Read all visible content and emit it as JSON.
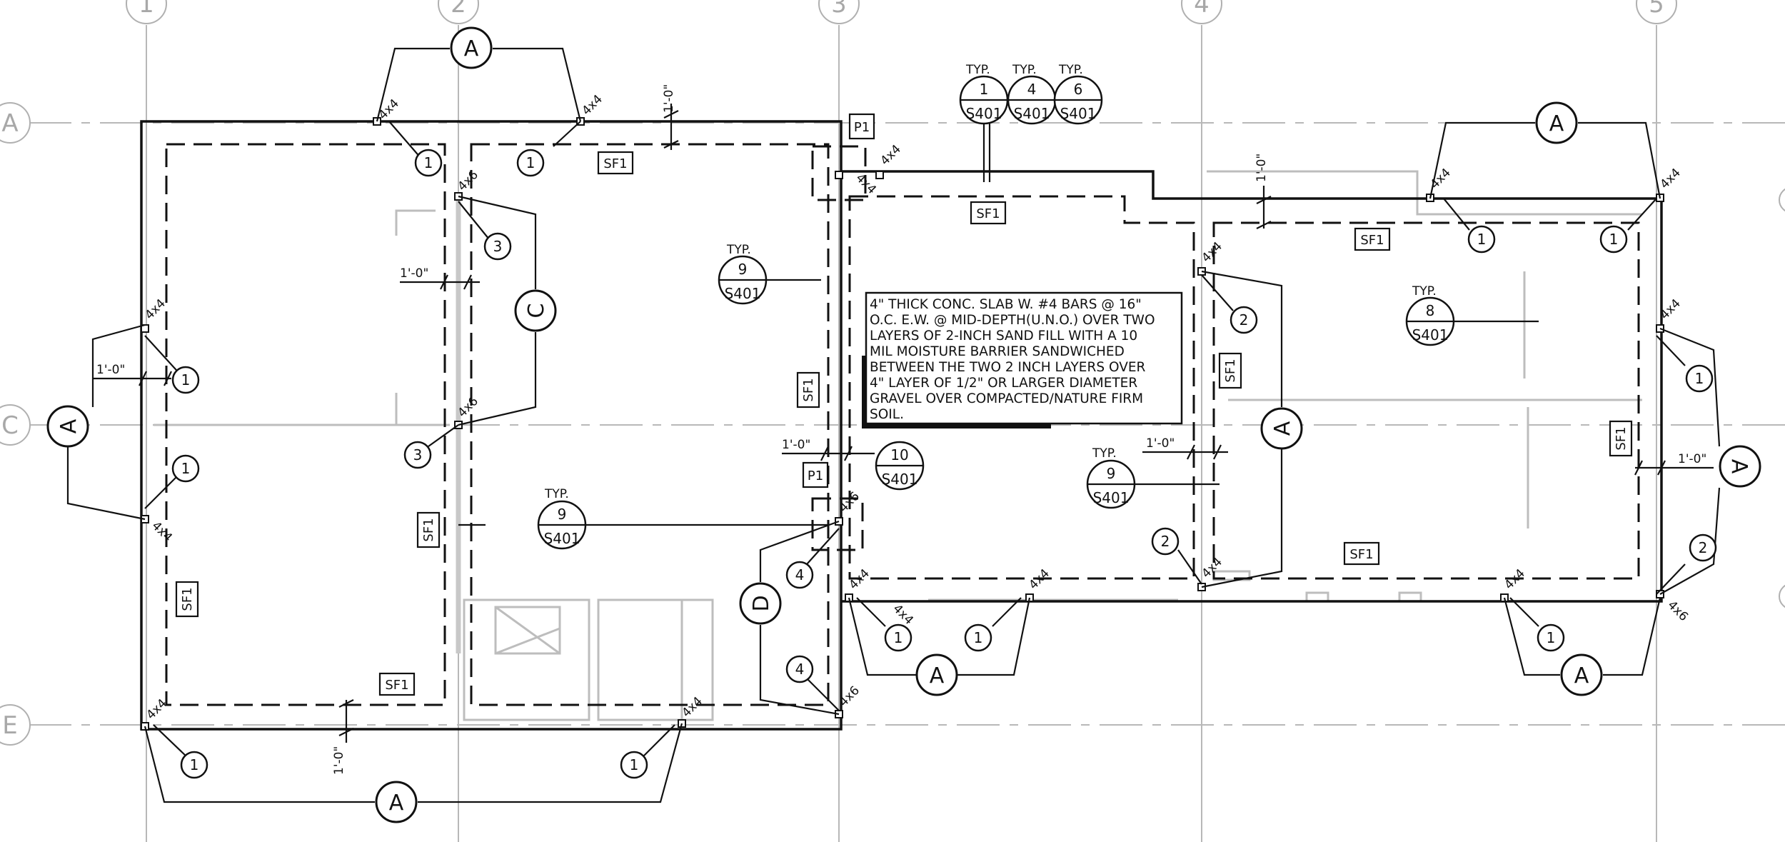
{
  "grid": {
    "columns": [
      "1",
      "2",
      "3",
      "4",
      "5"
    ],
    "rows": [
      "A",
      "C",
      "E"
    ]
  },
  "footing_tag": "SF1",
  "pier_tag": "P1",
  "sizes": {
    "s4x4": "4x4",
    "s4x6": "4x6"
  },
  "dims": {
    "one_foot": "1'-0\""
  },
  "typ": "TYP.",
  "sheet_ref": "S401",
  "details": {
    "d1": "1",
    "d2": "2",
    "d3": "3",
    "d4": "4",
    "d6": "6",
    "d8": "8",
    "d9": "9",
    "d10": "10"
  },
  "sections": {
    "a": "A",
    "c": "C",
    "d": "D"
  },
  "slab_note": {
    "lines": [
      "4\" THICK CONC. SLAB W. #4 BARS @ 16\"",
      "O.C. E.W. @ MID-DEPTH(U.N.O.) OVER TWO",
      "LAYERS OF  2-INCH SAND FILL WITH A 10",
      "MIL MOISTURE BARRIER SANDWICHED",
      "BETWEEN THE TWO 2 INCH LAYERS OVER",
      "4\" LAYER OF 1/2\" OR LARGER DIAMETER",
      "GRAVEL OVER COMPACTED/NATURE FIRM",
      "SOIL."
    ]
  },
  "colors": {
    "ink": "#111111",
    "grid": "#b0b0b0",
    "faded": "#bdbdbd"
  }
}
